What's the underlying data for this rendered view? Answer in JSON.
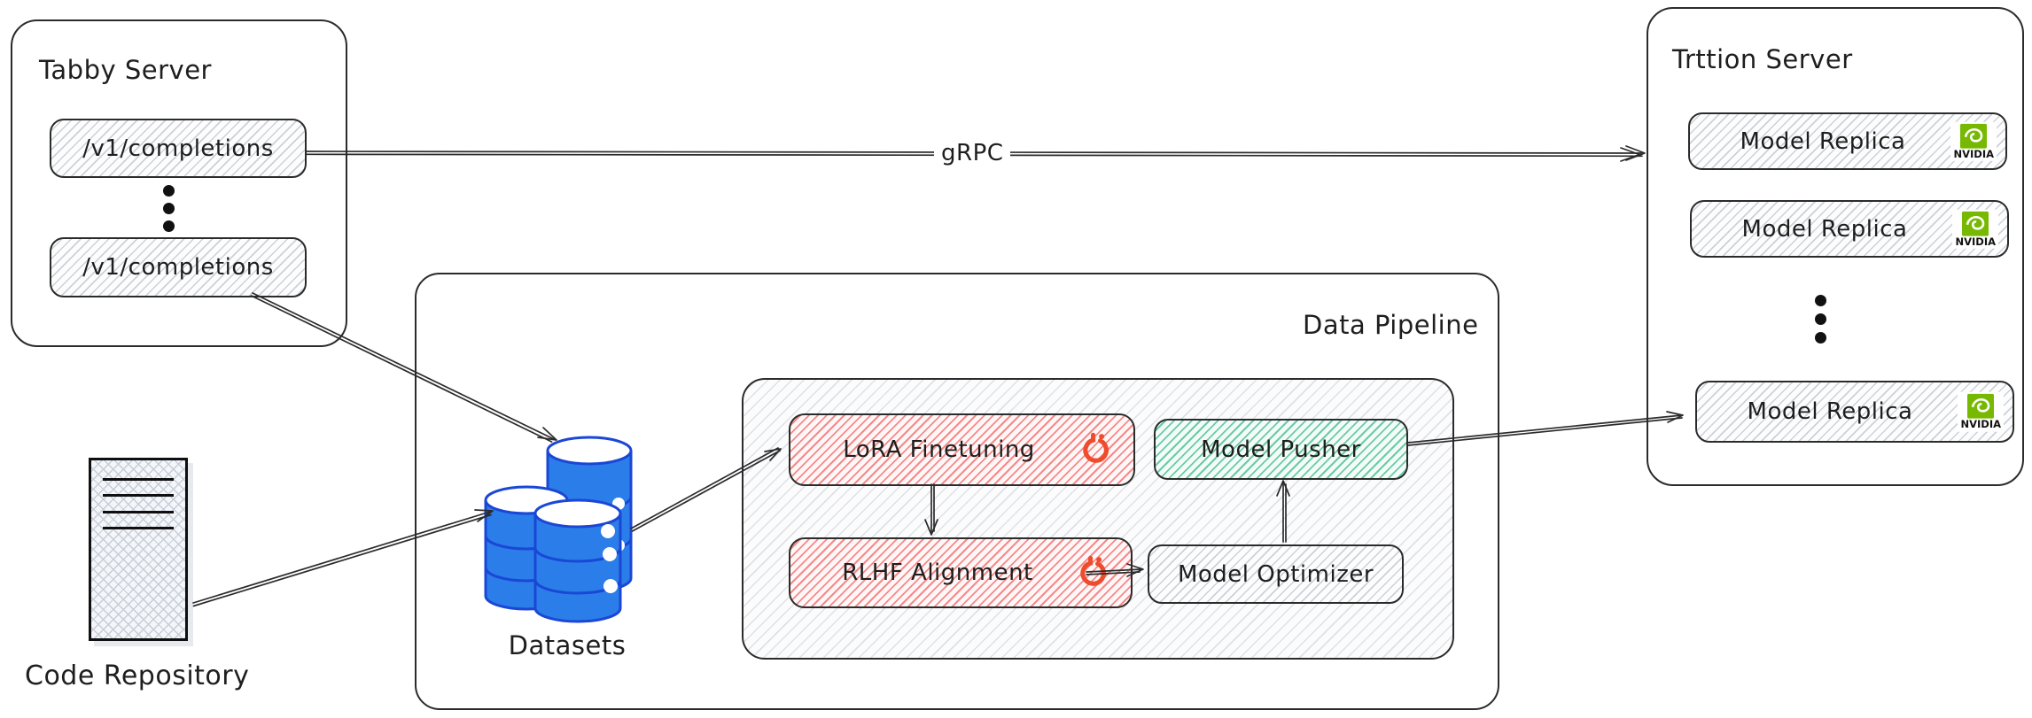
{
  "diagram": {
    "tabby_server": {
      "title": "Tabby Server",
      "endpoints": [
        "/v1/completions",
        "/v1/completions"
      ]
    },
    "grpc_arrow_label": "gRPC",
    "data_pipeline": {
      "title": "Data Pipeline",
      "stages": {
        "lora": "LoRA Finetuning",
        "rlhf": "RLHF Alignment",
        "pusher": "Model Pusher",
        "optimizer": "Model Optimizer"
      }
    },
    "datasets": {
      "label": "Datasets"
    },
    "code_repository": {
      "label": "Code Repository"
    },
    "triton_server": {
      "title": "Trttion Server",
      "replicas": [
        "Model Replica",
        "Model Replica",
        "Model Replica"
      ],
      "nvidia_wordmark": "NVIDIA"
    },
    "colors": {
      "stroke": "#2b2b2b",
      "pytorch_orange": "#ee4c2c",
      "nvidia_green": "#76b900",
      "database_blue": "#2b7de9",
      "database_blue_dark": "#1a47d6",
      "red_stage_hatch": "#f26e6e",
      "green_stage_hatch": "#3fb98b",
      "gray_hatch": "#ccd1d9"
    }
  }
}
